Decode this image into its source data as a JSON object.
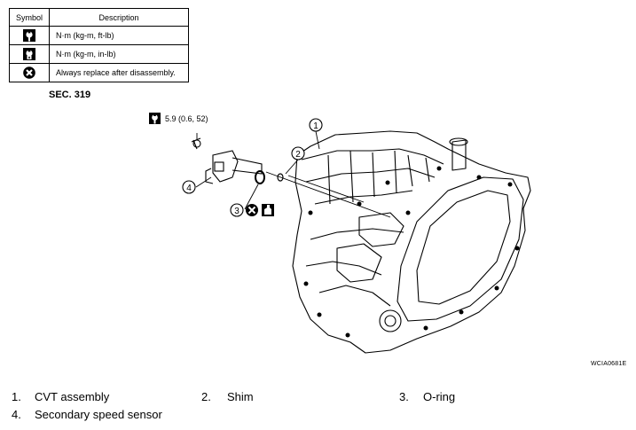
{
  "symbol_table": {
    "headers": [
      "Symbol",
      "Description"
    ],
    "rows": [
      {
        "icon": "torque-wrench-icon",
        "description": "N·m (kg-m, ft-lb)"
      },
      {
        "icon": "torque-wrench-small-icon",
        "description": "N·m (kg-m, in-lb)"
      },
      {
        "icon": "replace-x-icon",
        "description": "Always replace after disassembly."
      }
    ]
  },
  "section": "SEC. 319",
  "torque_spec": "5.9 (0.6, 52)",
  "callouts": [
    "1",
    "2",
    "3",
    "4"
  ],
  "figure_code": "WCIA0681E",
  "parts": [
    {
      "num": "1.",
      "name": "CVT assembly"
    },
    {
      "num": "2.",
      "name": "Shim"
    },
    {
      "num": "3.",
      "name": "O-ring"
    },
    {
      "num": "4.",
      "name": "Secondary speed sensor"
    }
  ]
}
